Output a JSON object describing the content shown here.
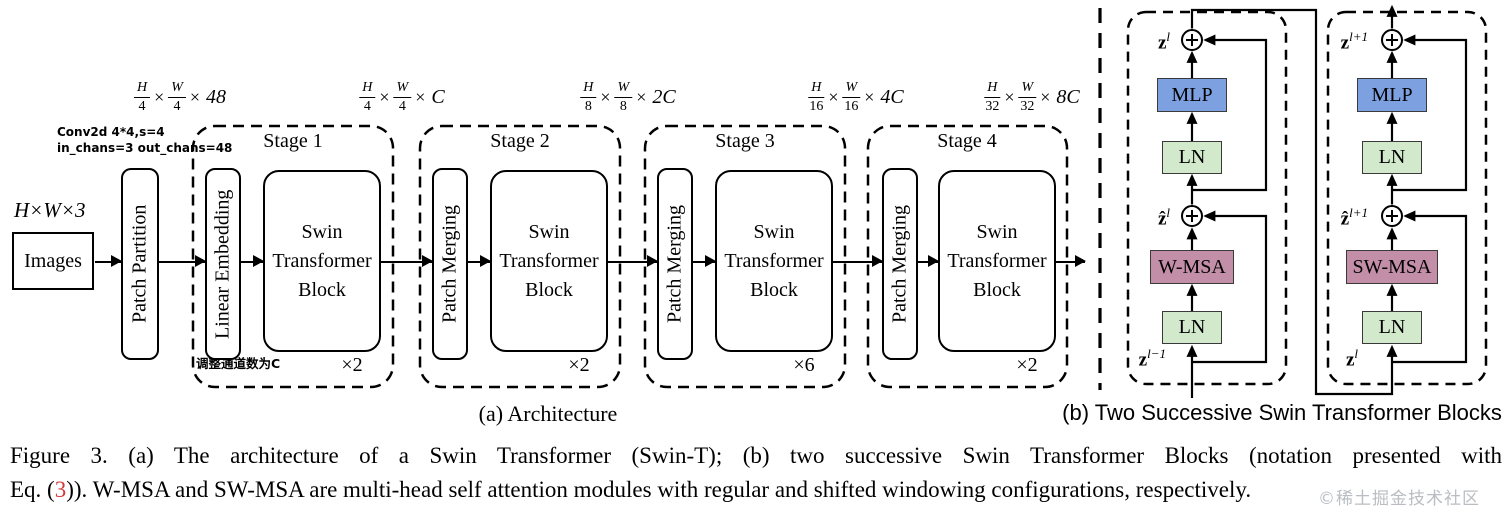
{
  "panel_a": {
    "caption": "(a) Architecture",
    "times_symbol": "×",
    "input_dim_label": "H×W×3",
    "images_label": "Images",
    "patch_partition_label": "Patch Partition",
    "conv_annotation_line1": "Conv2d 4*4,s=4",
    "conv_annotation_line2": "in_chans=3 out_chans=48",
    "channel_annotation": "调整通道数为C",
    "dim_labels": [
      {
        "f1n": "H",
        "f1d": "4",
        "f2n": "W",
        "f2d": "4",
        "mult": "48"
      },
      {
        "f1n": "H",
        "f1d": "4",
        "f2n": "W",
        "f2d": "4",
        "mult": "C"
      },
      {
        "f1n": "H",
        "f1d": "8",
        "f2n": "W",
        "f2d": "8",
        "mult": "2C"
      },
      {
        "f1n": "H",
        "f1d": "16",
        "f2n": "W",
        "f2d": "16",
        "mult": "4C"
      },
      {
        "f1n": "H",
        "f1d": "32",
        "f2n": "W",
        "f2d": "32",
        "mult": "8C"
      }
    ],
    "stages": [
      {
        "label": "Stage 1",
        "vertical_box": "Linear Embedding",
        "block": "Swin\nTransformer\nBlock",
        "repeat": "×2"
      },
      {
        "label": "Stage 2",
        "vertical_box": "Patch Merging",
        "block": "Swin\nTransformer\nBlock",
        "repeat": "×2"
      },
      {
        "label": "Stage 3",
        "vertical_box": "Patch Merging",
        "block": "Swin\nTransformer\nBlock",
        "repeat": "×6"
      },
      {
        "label": "Stage 4",
        "vertical_box": "Patch Merging",
        "block": "Swin\nTransformer\nBlock",
        "repeat": "×2"
      }
    ]
  },
  "panel_b": {
    "caption": "(b) Two Successive Swin Transformer Blocks",
    "blocks": [
      {
        "input_base": "z",
        "input_sup": "l−1",
        "ln_bottom": "LN",
        "attn": "W-MSA",
        "mid_base": "ẑ",
        "mid_sup": "l",
        "ln_top": "LN",
        "mlp": "MLP",
        "output_base": "z",
        "output_sup": "l"
      },
      {
        "input_base": "z",
        "input_sup": "l",
        "ln_bottom": "LN",
        "attn": "SW-MSA",
        "mid_base": "ẑ",
        "mid_sup": "l+1",
        "ln_top": "LN",
        "mlp": "MLP",
        "output_base": "z",
        "output_sup": "l+1"
      }
    ]
  },
  "caption": {
    "line1": "Figure 3. (a) The architecture of a Swin Transformer (Swin-T); (b) two successive Swin Transformer Blocks (notation presented with",
    "line2_prefix": "Eq. (",
    "eq_ref": "3",
    "line2_suffix": ")). W-MSA and SW-MSA are multi-head self attention modules with regular and shifted windowing configurations, respectively."
  },
  "watermark": {
    "icon": "©",
    "text": "稀土掘金技术社区"
  },
  "colors": {
    "mlp_fill": "#7da1e0",
    "ln_fill": "#d2e9cc",
    "msa_fill": "#c38ea8",
    "eq_ref": "#d43a3a",
    "watermark": "#a9adb3"
  }
}
